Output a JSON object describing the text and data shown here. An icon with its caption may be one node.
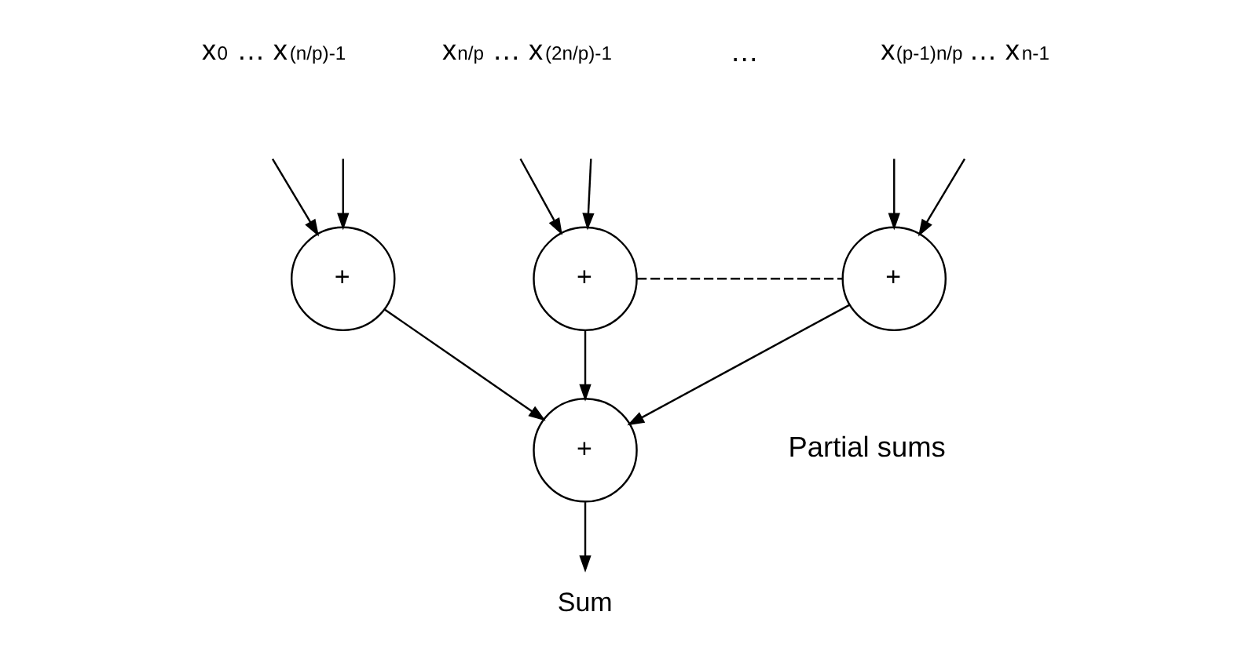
{
  "diagram": {
    "nodes": [
      {
        "text": [
          "+"
        ]
      },
      {
        "text": [
          "+"
        ]
      },
      {
        "text": [
          "+"
        ]
      },
      {
        "text": [
          "+"
        ]
      },
      {
        "text": [
          "Sum"
        ]
      }
    ],
    "edges": [
      {
        "from": null,
        "to": 0,
        "arrow": "to"
      },
      {
        "from": null,
        "to": 0,
        "arrow": "to"
      },
      {
        "from": null,
        "to": 1,
        "arrow": "to"
      },
      {
        "from": null,
        "to": 1,
        "arrow": "to"
      },
      {
        "from": null,
        "to": 2,
        "arrow": "to"
      },
      {
        "from": null,
        "to": 2,
        "arrow": "to"
      },
      {
        "from": 0,
        "to": 3,
        "arrow": "to"
      },
      {
        "from": 1,
        "to": 3,
        "arrow": "to"
      },
      {
        "from": 2,
        "to": 3,
        "arrow": "to"
      },
      {
        "from": 1,
        "to": 2,
        "arrow": "none",
        "style": "dashed"
      },
      {
        "from": 3,
        "to": 4,
        "arrow": "to"
      }
    ],
    "labels": [
      "x$_{0}$ … x$_{(n/p)-1}$",
      "x$_{n/p}$ … x$_{(2n/p)-1}$",
      "…",
      "x$_{(p-1)n/p}$ … x$_{n-1}$",
      "Partial sums"
    ]
  }
}
